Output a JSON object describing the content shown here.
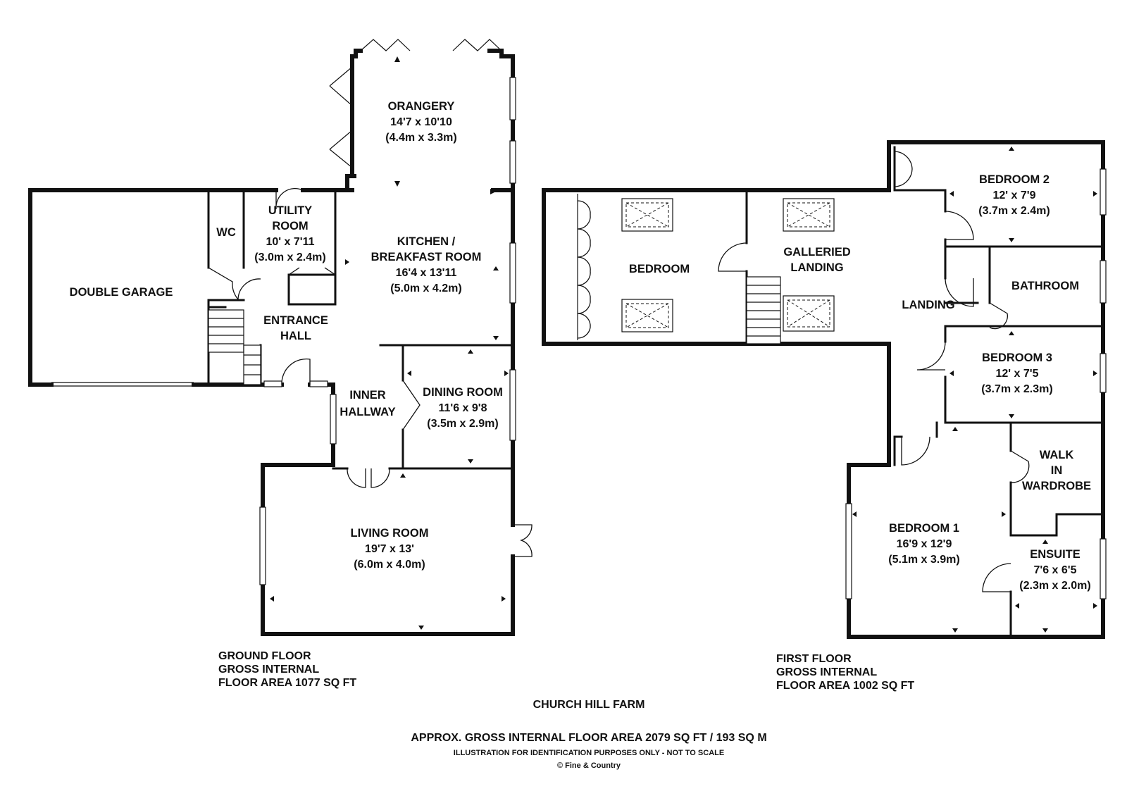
{
  "ground_floor": {
    "rooms": {
      "orangery": {
        "label": "ORANGERY",
        "dim_imperial": "14'7 x 10'10",
        "dim_metric": "(4.4m x 3.3m)"
      },
      "kitchen": {
        "label_line1": "KITCHEN /",
        "label_line2": "BREAKFAST ROOM",
        "dim_imperial": "16'4 x 13'11",
        "dim_metric": "(5.0m x 4.2m)"
      },
      "utility": {
        "label_line1": "UTILITY",
        "label_line2": "ROOM",
        "dim_imperial": "10' x 7'11",
        "dim_metric": "(3.0m x 2.4m)"
      },
      "wc": {
        "label": "WC"
      },
      "garage": {
        "label": "DOUBLE GARAGE"
      },
      "entrance_hall": {
        "label_line1": "ENTRANCE",
        "label_line2": "HALL"
      },
      "inner_hallway": {
        "label_line1": "INNER",
        "label_line2": "HALLWAY"
      },
      "dining": {
        "label": "DINING ROOM",
        "dim_imperial": "11'6 x 9'8",
        "dim_metric": "(3.5m x 2.9m)"
      },
      "living": {
        "label": "LIVING ROOM",
        "dim_imperial": "19'7 x 13'",
        "dim_metric": "(6.0m x 4.0m)"
      }
    },
    "caption_line1": "GROUND FLOOR",
    "caption_line2": "GROSS INTERNAL",
    "caption_line3": "FLOOR AREA 1077 SQ FT"
  },
  "first_floor": {
    "rooms": {
      "bedroom": {
        "label": "BEDROOM"
      },
      "galleried": {
        "label_line1": "GALLERIED",
        "label_line2": "LANDING"
      },
      "landing": {
        "label": "LANDING"
      },
      "bedroom2": {
        "label": "BEDROOM 2",
        "dim_imperial": "12' x 7'9",
        "dim_metric": "(3.7m x 2.4m)"
      },
      "bathroom": {
        "label": "BATHROOM"
      },
      "bedroom3": {
        "label": "BEDROOM 3",
        "dim_imperial": "12' x 7'5",
        "dim_metric": "(3.7m x 2.3m)"
      },
      "walkin": {
        "label_line1": "WALK",
        "label_line2": "IN",
        "label_line3": "WARDROBE"
      },
      "bedroom1": {
        "label": "BEDROOM 1",
        "dim_imperial": "16'9 x 12'9",
        "dim_metric": "(5.1m x 3.9m)"
      },
      "ensuite": {
        "label": "ENSUITE",
        "dim_imperial": "7'6 x 6'5",
        "dim_metric": "(2.3m x 2.0m)"
      }
    },
    "caption_line1": "FIRST FLOOR",
    "caption_line2": "GROSS INTERNAL",
    "caption_line3": "FLOOR AREA 1002 SQ FT"
  },
  "footer": {
    "property_name": "CHURCH HILL FARM",
    "total_area": "APPROX. GROSS INTERNAL FLOOR AREA 2079 SQ FT / 193 SQ M",
    "disclaimer": "ILLUSTRATION FOR IDENTIFICATION PURPOSES ONLY - NOT TO SCALE",
    "copyright": "© Fine & Country"
  }
}
